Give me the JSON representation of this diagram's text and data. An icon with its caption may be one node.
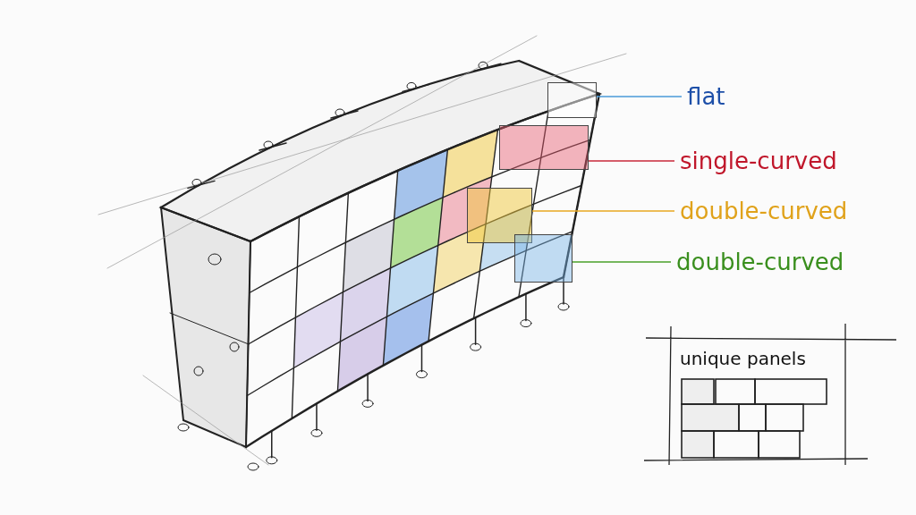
{
  "diagram": {
    "nodes": [
      {
        "text": [
          "flat"
        ]
      },
      {
        "text": [
          "single-curved"
        ]
      },
      {
        "text": [
          "double-curved"
        ]
      },
      {
        "text": [
          "double-curved"
        ]
      },
      {
        "text": [],
        "shape": "box"
      },
      {
        "text": [],
        "shape": "box"
      },
      {
        "text": [],
        "shape": "box"
      },
      {
        "text": [],
        "shape": "box"
      }
    ],
    "edges": [
      {
        "from": 0,
        "to": 4,
        "arrow": "none",
        "color": "#4a9ad8"
      },
      {
        "from": 1,
        "to": 5,
        "arrow": "none",
        "color": "#c8283a"
      },
      {
        "from": 2,
        "to": 6,
        "arrow": "none",
        "color": "#e8a820"
      },
      {
        "from": 3,
        "to": 7,
        "arrow": "none",
        "color": "#4aa02a"
      }
    ],
    "labels": [
      "unique panels"
    ]
  }
}
